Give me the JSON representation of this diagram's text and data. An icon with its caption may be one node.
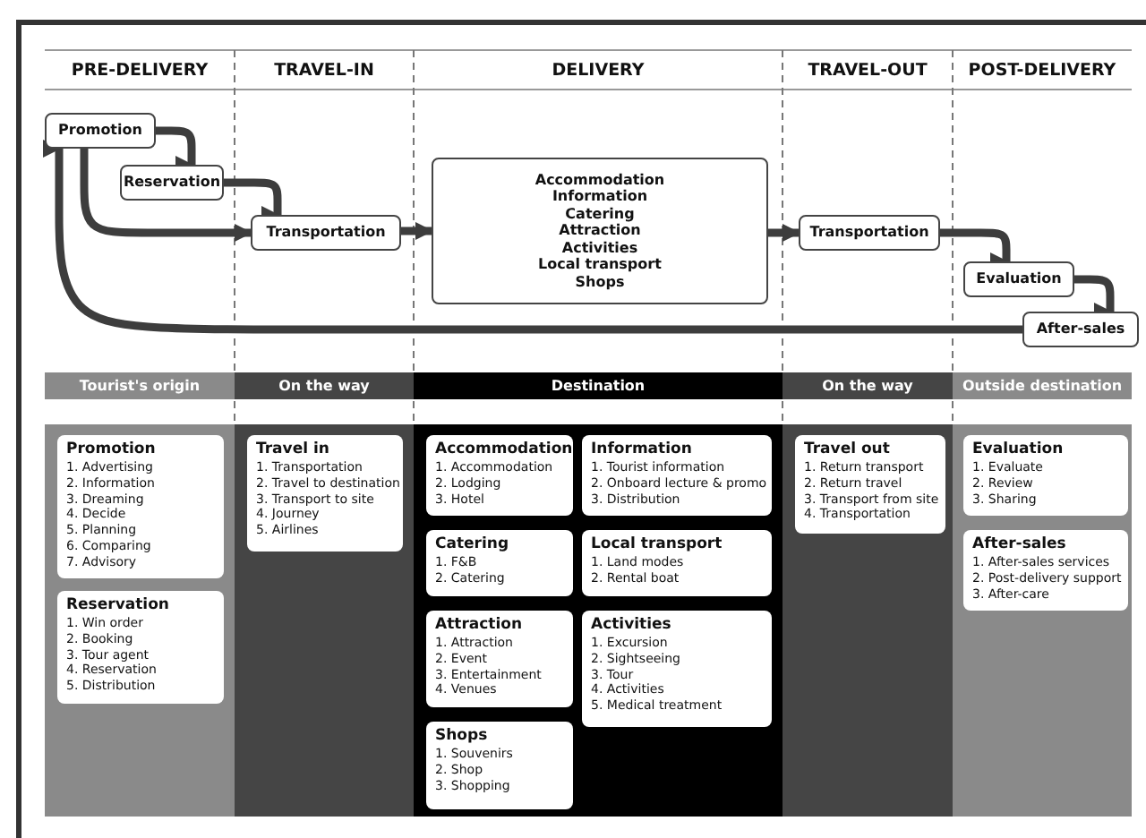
{
  "diagram": {
    "nodes": [
      {
        "text": [
          "Promotion"
        ]
      },
      {
        "text": [
          "Reservation"
        ]
      },
      {
        "text": [
          "Transportation"
        ]
      },
      {
        "text": [
          "Accommodation",
          "Information",
          "Catering",
          "Attraction",
          "Activities",
          "Local transport",
          "Shops"
        ]
      },
      {
        "text": [
          "Transportation"
        ]
      },
      {
        "text": [
          "Evaluation"
        ]
      },
      {
        "text": [
          "After-sales"
        ]
      },
      {
        "text": [
          "Tourist's origin"
        ]
      },
      {
        "text": [
          "On the way"
        ]
      },
      {
        "text": [
          "Destination"
        ]
      },
      {
        "text": [
          "On the way"
        ]
      },
      {
        "text": [
          "Outside destination"
        ]
      },
      {
        "text": [],
        "shape": "box"
      },
      {
        "text": [
          "Promotion",
          "1. Advertising",
          "2. Information",
          "3. Dreaming",
          "4. Decide",
          "5. Planning",
          "6. Comparing",
          "7. Advisory"
        ],
        "in": 12
      },
      {
        "text": [
          "Reservation",
          "1. Win order",
          "2. Booking",
          "3. Tour agent",
          "4. Reservation",
          "5. Distribution"
        ],
        "in": 12
      },
      {
        "text": [],
        "shape": "box"
      },
      {
        "text": [
          "Travel in",
          "1. Transportation",
          "2. Travel to destination",
          "3. Transport to site",
          "4. Journey",
          "5. Airlines"
        ],
        "in": 15
      },
      {
        "text": [],
        "shape": "box"
      },
      {
        "text": [
          "Accommodation",
          "1. Accommodation",
          "2. Lodging",
          "3. Hotel"
        ],
        "in": 17
      },
      {
        "text": [
          "Information",
          "1. Tourist information",
          "2. Onboard lecture & promo",
          "3. Distribution"
        ],
        "in": 17
      },
      {
        "text": [
          "Catering",
          "1. F&B",
          "2. Catering"
        ],
        "in": 17
      },
      {
        "text": [
          "Local transport",
          "1. Land modes",
          "2. Rental boat"
        ],
        "in": 17
      },
      {
        "text": [
          "Attraction",
          "1. Attraction",
          "2. Event",
          "3. Entertainment",
          "4. Venues"
        ],
        "in": 17
      },
      {
        "text": [
          "Activities",
          "1. Excursion",
          "2. Sightseeing",
          "3. Tour",
          "4. Activities",
          "5. Medical treatment"
        ],
        "in": 17
      },
      {
        "text": [
          "Shops",
          "1. Souvenirs",
          "2. Shop",
          "3. Shopping"
        ],
        "in": 17
      },
      {
        "text": [],
        "shape": "box"
      },
      {
        "text": [
          "Travel out",
          "1. Return transport",
          "2. Return travel",
          "3. Transport from site",
          "4. Transportation"
        ],
        "in": 25
      },
      {
        "text": [],
        "shape": "box"
      },
      {
        "text": [
          "Evaluation",
          "1. Evaluate",
          "2. Review",
          "3. Sharing"
        ],
        "in": 27
      },
      {
        "text": [
          "After-sales",
          "1. After-sales services",
          "2. Post-delivery support",
          "3. After-care"
        ],
        "in": 27
      }
    ],
    "edges": [
      {
        "from": 0,
        "to": 1,
        "arrow": "to"
      },
      {
        "from": 1,
        "to": 2,
        "arrow": "to"
      },
      {
        "from": 0,
        "to": 2,
        "arrow": "to"
      },
      {
        "from": 2,
        "to": 3,
        "arrow": "to"
      },
      {
        "from": 3,
        "to": 4,
        "arrow": "to"
      },
      {
        "from": 4,
        "to": 5,
        "arrow": "to"
      },
      {
        "from": 5,
        "to": 6,
        "arrow": "to"
      },
      {
        "from": 6,
        "to": 0,
        "arrow": "to"
      }
    ],
    "labels": [
      "PRE-DELIVERY",
      "TRAVEL-IN",
      "DELIVERY",
      "TRAVEL-OUT",
      "POST-DELIVERY"
    ]
  }
}
